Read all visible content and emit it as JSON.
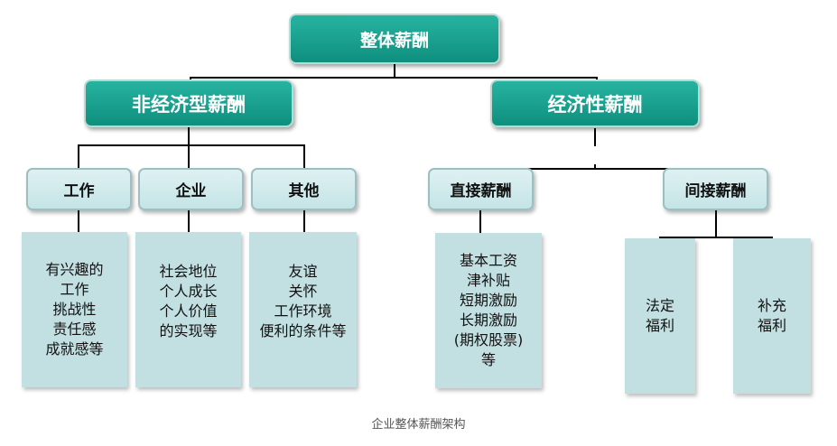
{
  "root": "整体薪酬",
  "non_economic": {
    "title": "非经济型薪酬",
    "children": [
      {
        "label": "工作",
        "items": [
          "有兴趣的",
          "工作",
          "挑战性",
          "责任感",
          "成就感等"
        ]
      },
      {
        "label": "企业",
        "items": [
          "社会地位",
          "个人成长",
          "个人价值",
          "的实现等"
        ]
      },
      {
        "label": "其他",
        "items": [
          "友谊",
          "关怀",
          "工作环境",
          "便利的条件等"
        ]
      }
    ]
  },
  "economic": {
    "title": "经济性薪酬",
    "direct": {
      "label": "直接薪酬",
      "items": [
        "基本工资",
        "津补贴",
        "短期激励",
        "长期激励",
        "(期权股票)",
        "等"
      ]
    },
    "indirect": {
      "label": "间接薪酬",
      "children": [
        {
          "items": [
            "法定",
            "福利"
          ]
        },
        {
          "items": [
            "补充",
            "福利"
          ]
        }
      ]
    }
  },
  "caption": "企业整体薪酬架构"
}
